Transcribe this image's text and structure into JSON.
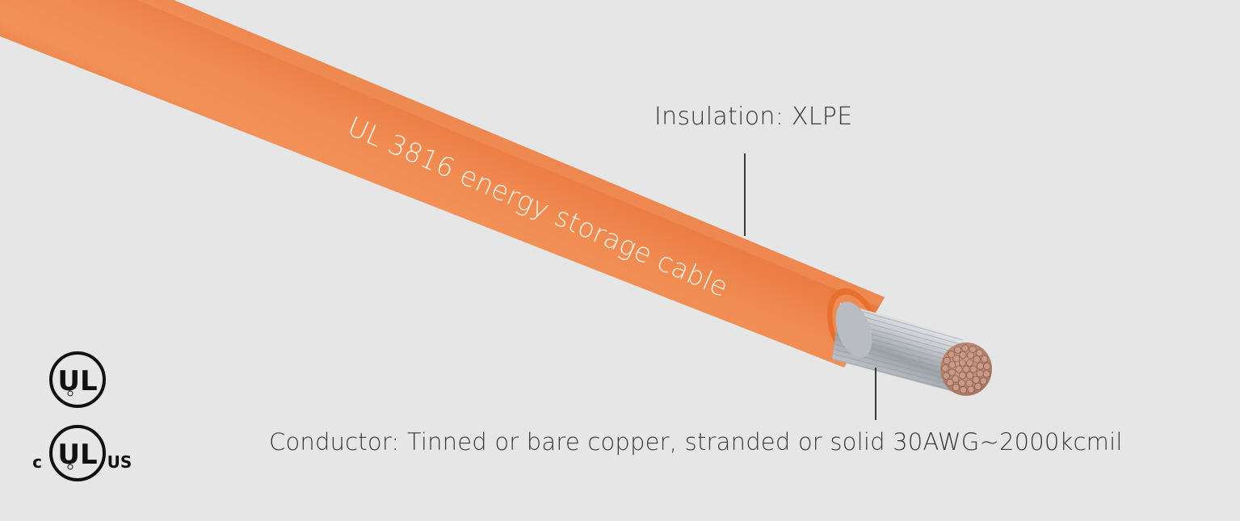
{
  "product": {
    "cable_print": "UL 3816 energy storage cable"
  },
  "callouts": {
    "insulation": "Insulation: XLPE",
    "conductor": "Conductor: Tinned or bare copper, stranded or solid 30AWG~2000kcmil"
  },
  "certifications": {
    "ul_listed_mark": "UL",
    "cul_us_mark": {
      "left": "c",
      "center": "UL",
      "right": "US"
    }
  },
  "colors": {
    "background": "#e6e6e6",
    "jacket": "#ef8349",
    "jacket_edge": "#e06f33",
    "strands": "#c4c8cc",
    "copper": "#c0907c",
    "text": "#3a3a3a",
    "logo": "#111111"
  }
}
